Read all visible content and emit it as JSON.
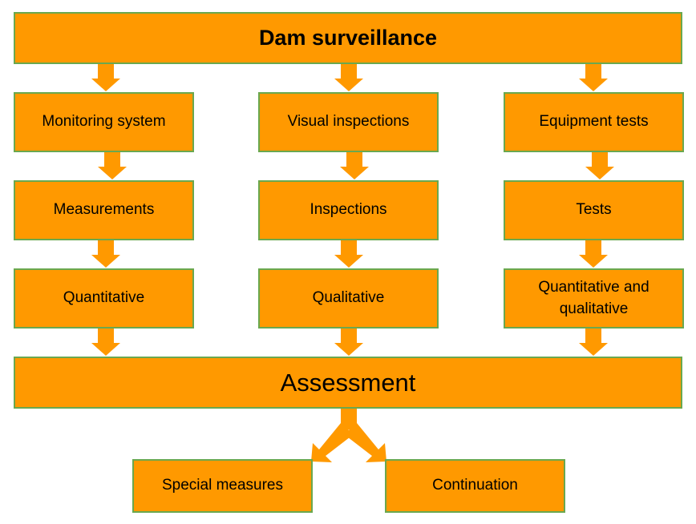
{
  "title": "Dam surveillance",
  "columns": [
    {
      "source": "Monitoring system",
      "activity": "Measurements",
      "type": "Quantitative"
    },
    {
      "source": "Visual inspections",
      "activity": "Inspections",
      "type": "Qualitative"
    },
    {
      "source": "Equipment tests",
      "activity": "Tests",
      "type": "Quantitative and qualitative"
    }
  ],
  "assessment": "Assessment",
  "outcomes": [
    "Special measures",
    "Continuation"
  ],
  "colors": {
    "box_fill": "#ff9900",
    "box_border": "#6aa84f",
    "text": "#000000"
  }
}
